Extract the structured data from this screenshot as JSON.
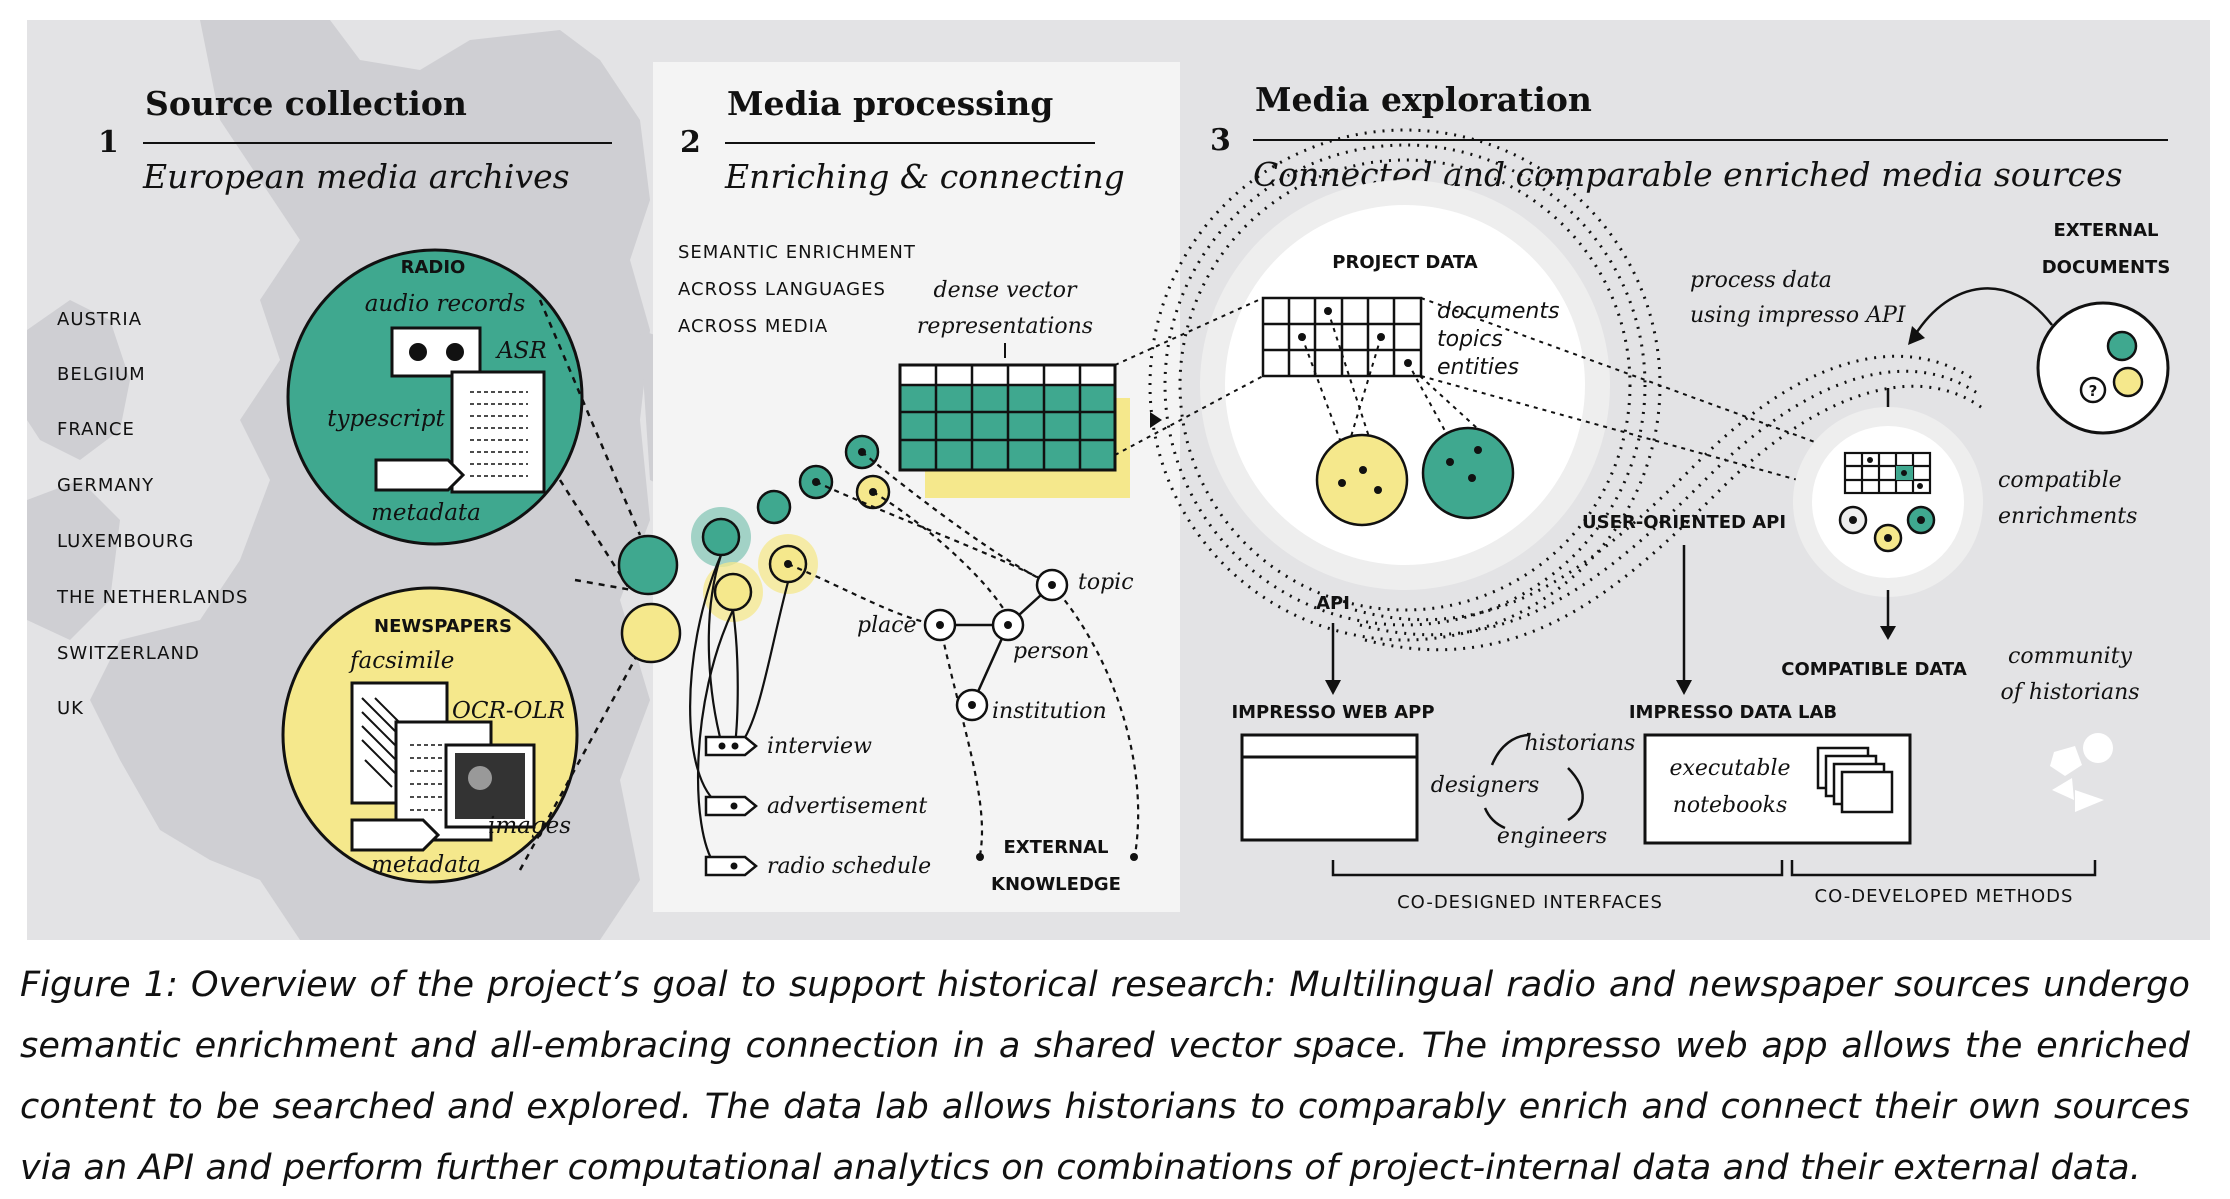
{
  "colors": {
    "background": "#e3e3e5",
    "map_land": "#cfcfd3",
    "panel": "#f4f4f4",
    "green": "#3fa88f",
    "yellow": "#f5e88c",
    "ink": "#111111"
  },
  "sections": {
    "source": {
      "num": "1",
      "title": "Source collection",
      "subtitle": "European media archives"
    },
    "processing": {
      "num": "2",
      "title": "Media processing",
      "subtitle": "Enriching & connecting"
    },
    "exploration": {
      "num": "3",
      "title": "Media exploration",
      "subtitle": "Connected and comparable enriched media sources"
    }
  },
  "countries": [
    "AUSTRIA",
    "BELGIUM",
    "FRANCE",
    "GERMANY",
    "LUXEMBOURG",
    "THE NETHERLANDS",
    "SWITZERLAND",
    "UK"
  ],
  "radio": {
    "title": "RADIO",
    "audio": "audio records",
    "asr": "ASR",
    "typescript": "typescript",
    "metadata": "metadata"
  },
  "newspapers": {
    "title": "NEWSPAPERS",
    "facsimile": "facsimile",
    "ocr": "OCR-OLR",
    "images": "images",
    "metadata": "metadata"
  },
  "enrichment": {
    "lines": [
      "SEMANTIC ENRICHMENT",
      "ACROSS LANGUAGES",
      "ACROSS MEDIA"
    ],
    "vector1": "dense vector",
    "vector2": "representations"
  },
  "graph": {
    "topic": "topic",
    "place": "place",
    "person": "person",
    "institution": "institution"
  },
  "media_types": [
    "interview",
    "advertisement",
    "radio schedule"
  ],
  "external_knowledge": [
    "EXTERNAL",
    "KNOWLEDGE"
  ],
  "project_data": {
    "title": "PROJECT DATA",
    "items": [
      "documents",
      "topics",
      "entities"
    ]
  },
  "labels": {
    "process1": "process data",
    "process2": "using impresso API",
    "external1": "EXTERNAL",
    "external2": "DOCUMENTS",
    "compatible1": "compatible",
    "compatible2": "enrichments",
    "user_api": "USER-ORIENTED API",
    "api": "API",
    "compatible_data": "COMPATIBLE DATA",
    "community1": "community",
    "community2": "of historians",
    "web_app": "IMPRESSO WEB APP",
    "data_lab": "IMPRESSO DATA LAB",
    "historians": "historians",
    "designers": "designers",
    "engineers": "engineers",
    "notebooks1": "executable",
    "notebooks2": "notebooks",
    "co_designed": "CO-DESIGNED INTERFACES",
    "co_developed": "CO-DEVELOPED METHODS"
  },
  "caption": "Figure 1: Overview of the project’s goal to support historical research: Multilingual radio and newspaper sources undergo semantic enrichment and all-embracing connection in a shared vector space. The impresso web app allows the enriched content to be searched and explored. The data lab allows historians to comparably enrich and connect their own sources via an API and perform further computational analytics on combinations of project-internal data and their external data."
}
